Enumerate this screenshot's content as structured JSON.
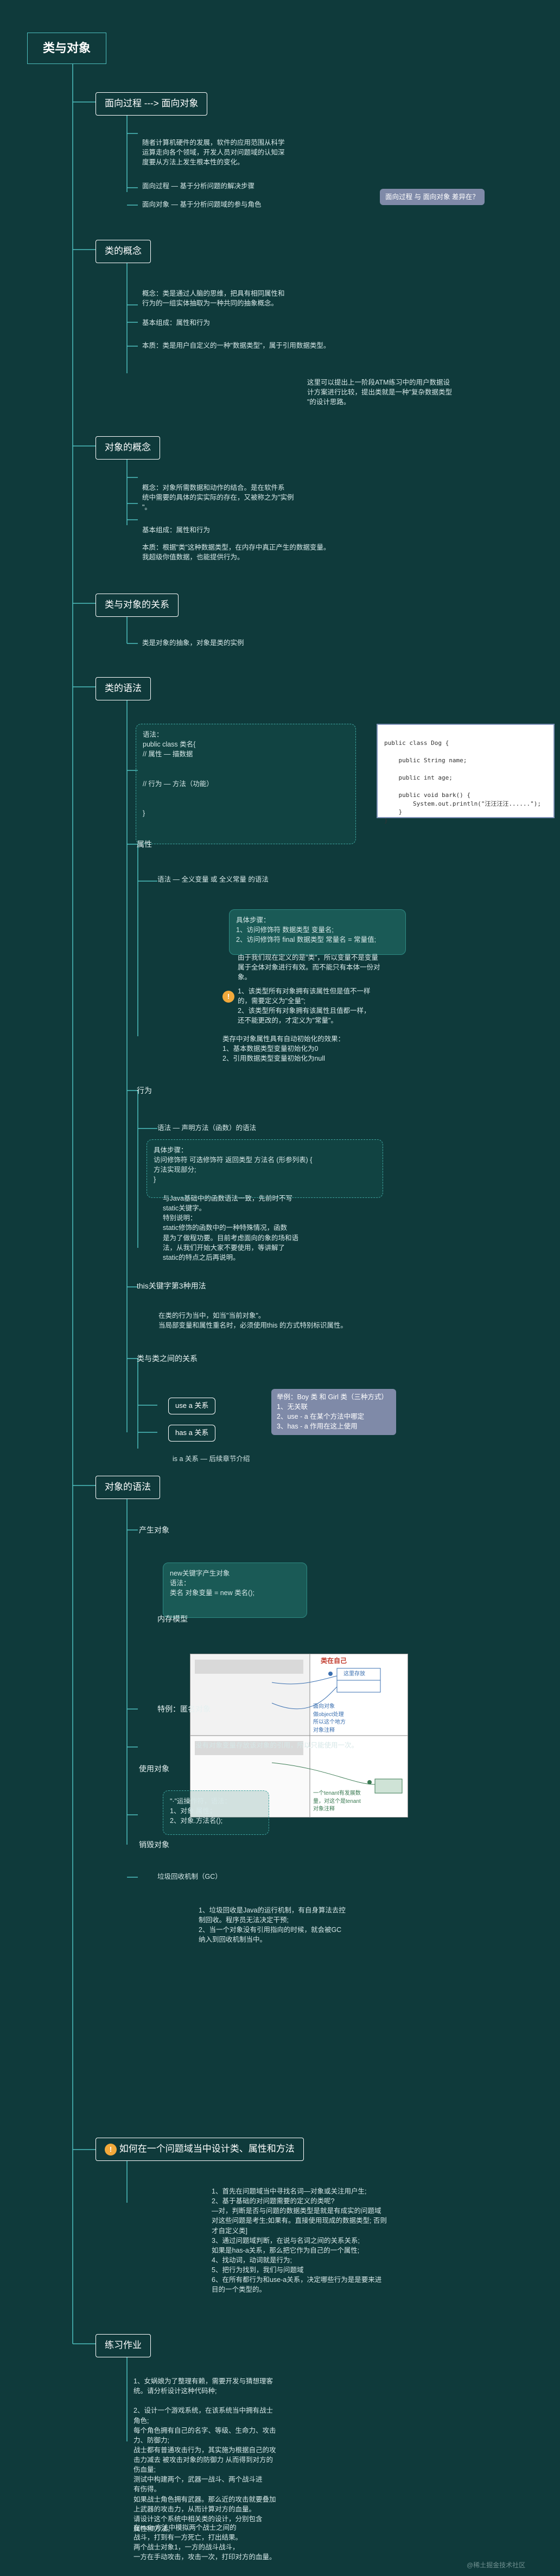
{
  "title": "类与对象",
  "sections": {
    "s1": {
      "label": "面向过程 ---> 面向对象",
      "text": "随者计算机硬件的发展，软件的应用范围从科学\n运算走向各个领域，开发人员对问题域的认知深\n度要从方法上发生根本性的变化。",
      "item1": "面向过程 — 基于分析问题的解决步骤",
      "item2": "面向对象 — 基于分析问题域的参与角色",
      "note": "面向过程 与 面向对象 差异在？"
    },
    "s2": {
      "label": "类的概念",
      "p1": "概念：类是通过人脑的思维，把具有相同属性和\n行为的一组实体抽取为一种共同的抽象概念。",
      "p2": "基本组成：属性和行为",
      "p3": "本质：类是用户自定义的一种\"数据类型\"，属于引用数据类型。",
      "p4": "这里可以提出上一阶段ATM练习中的用户数据设\n计方案进行比较，提出类就是一种\"复杂数据类型\n\"的设计思路。"
    },
    "s3": {
      "label": "对象的概念",
      "p1": "概念：对象所需数据和动作的结合。是在软件系\n统中需要的具体的实实际的存在，又被称之为\"实例\n\"。",
      "p2": "基本组成：属性和行为",
      "p3": "本质：根据\"类\"这种数据类型，在内存中真正产生的数据变量。\n我超级你值数据，也能提供行为。"
    },
    "s4": {
      "label": "类与对象的关系",
      "p1": "类是对象的抽象，对象是类的实例"
    },
    "s5": {
      "label": "类的语法",
      "syntax": "语法：\npublic class 类名{\n    // 属性 — 描数据\n\n\n    // 行为 — 方法（功能）\n\n\n}",
      "code_lines": [
        "public class Dog {",
        "",
        "    public String name;",
        "",
        "    public int age;",
        "",
        "    public void bark() {",
        "        System.out.println(\"汪汪汪汪......\");",
        "    }",
        "}"
      ],
      "attr_label": "属性",
      "attr_syntax": "语法 — 全义变量 或 全义常量 的语法",
      "attr_box": "具体步骤：\n1、访问修饰符 数据类型 变量名;\n2、访问修饰符 final 数据类型 常量名 = 常量值;",
      "attr_point1": "由于我们现在定义的是\"类\"，所以变量不是变量\n属于全体对象进行有效。而不能只有本体一份对\n象。",
      "attr_point2": "1、该类型所有对象拥有该属性但是值不一样\n的，需要定义为\"全量\";\n2、该类型所有对象拥有该属性且值都一样，\n还不能更改的，才定义为\"常量\"。",
      "attr_default": "类存中对象属性具有自动初始化的效果：\n1、基本数据类型变量初始化为0\n2、引用数据类型变量初始化为null",
      "behavior_label": "行为",
      "behavior_syntax": "语法 — 声明方法（函数）的语法",
      "behavior_box": "具体步骤：\n访问修饰符 可选修饰符 返回类型 方法名 (形参列表) {\n    方法实现部分;\n}",
      "behavior_text": "与Java基础中的函数语法一致，先前时不写\nstatic关键字。\n特别说明：\nstatic修饰的函数中的一种特殊情况，函数\n是为了做程功要。目前考虑面向的象的场和语\n法，从我们开始大家不要使用，等讲解了\nstatic的特点之后再说明。",
      "this_label": "this关键字第3种用法",
      "this_text": "在类的行为当中，如当\"当前对象\"。\n当局部变量和属性重名时，必须使用this 的方式特别标识属性。",
      "relation_label": "类与类之间的关系",
      "use_a": "use a 关系",
      "has_a": "has a 关系",
      "relation_note": "举例：Boy 类 和 Girl 类（三种方式）\n1、无关联\n2、use - a 在某个方法中哪定\n3、has - a 作用在这上使用",
      "is_a": "is a 关系 — 后续章节介绍"
    },
    "s6": {
      "label": "对象的语法",
      "produce": "产生对象",
      "produce_box": "new关键字产生对象\n语法：\n类名 对象变量 = new 类名();",
      "memory": "内存模型",
      "special": "特例：匿名对象",
      "special_text": "没有对象变量存放该对象的引用，所以只能使用一次。",
      "use": "使用对象",
      "use_box": "\"·\"运操作符，语法：\n1、对象.属性；\n2、对象.方法名();",
      "destroy": "销毁对象",
      "gc": "垃圾回收机制（GC）",
      "gc_text": "1、垃圾回收是Java的运行机制，有自身算法去控\n制回收。程序员无法决定干预;\n2、当一个对象没有引用指向的时候，就会被GC\n纳入到回收机制当中。",
      "diagram_title": "类在自己",
      "diagram_label1": "这里存放",
      "diagram_label2": "面向对象\n做object处理\n所以这个地方\n对象注释",
      "diagram_label3": "一个tenant有发展数\n量，对这个是tenant\n对象注释"
    },
    "s7": {
      "badge": "!",
      "label": "如何在一个问题域当中设计类、属性和方法",
      "text": "1、首先在问题域当中寻找名词—对象或关注用户生;\n2、基于基础的对问题需要的定义的类呢?\n    —对，判断是否与问题的数据类型是就是有成实的问题域\n    对这些问题是考生;如果有。直接使用现成的数据类型; 否则\n    才自定义类]\n3、通过问题域判断，在说与名词之间的关系关系;\n    如果是has-a关系，那么把它作为自己的一个属性;\n4、找动词，动词就是行为;\n5、把行为找到，我们与问题域\n6、在所有都行为和use-a关系，决定哪些行为是是要来进\n    目的一个类型的。"
    },
    "s8": {
      "label": "练习作业",
      "text": "1、女娲娘为了整理有赖，需要开发与猜想理客\n统。请分析设计这种代码种;\n\n2、设计一个游戏系统，在该系统当中拥有战士\n角色;\n每个角色拥有自己的名字、等级、生命力、攻击\n力、防御力;\n战士都有普通攻击行为，其实施为根据自己的攻\n击力减去 被攻击对象的防御力 从而得到对方的\n伤血量;\n测试中构建两个，武器一战斗、两个战斗进\n有伤得。\n如果战士角色拥有武器。那么近的攻击就要叠加\n上武器的攻击力，从而计算对方的血量。\n请设计这个系统中相关类的设计，分别包含\n属性和方法。",
      "text2": "在main方法中模拟两个战士之间的\n战斗，打到有一方死亡，打出结果。\n两个战士对象1，一方的战斗战斗，\n一方在手动攻击，攻击一次，打印对方的血量。"
    }
  },
  "watermark": "@稀土掘金技术社区"
}
